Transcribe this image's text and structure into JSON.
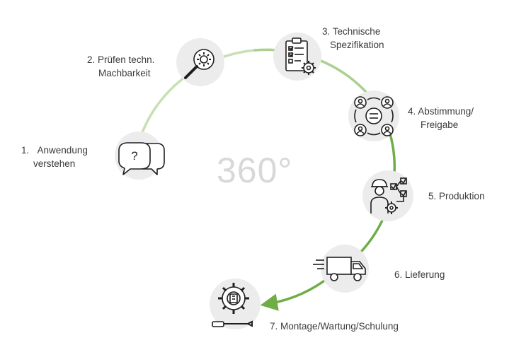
{
  "center_text": "360°",
  "colors": {
    "arc_light": "#c6e0b4",
    "arc_mid": "#a9d18e",
    "arc_dark": "#70ad47",
    "icon_circle": "#ececec",
    "icon_stroke": "#1f1f1f",
    "label_text": "#3a3a3a",
    "center_text": "#d8d8d8"
  },
  "steps": [
    {
      "number": "1.",
      "line1": "Anwendung",
      "line2": "verstehen",
      "icon": "speech-bubbles-question-icon"
    },
    {
      "number": "2.",
      "line1": "Prüfen techn.",
      "line2": "Machbarkeit",
      "icon": "magnifier-gear-icon"
    },
    {
      "number": "3.",
      "line1": "Technische",
      "line2": "Spezifikation",
      "icon": "clipboard-checklist-gear-icon"
    },
    {
      "number": "4.",
      "line1": "Abstimmung/",
      "line2": "Freigabe",
      "icon": "team-alignment-icon"
    },
    {
      "number": "5.",
      "line1": "Produktion",
      "line2": "",
      "icon": "worker-flowchart-icon"
    },
    {
      "number": "6.",
      "line1": "Lieferung",
      "line2": "",
      "icon": "delivery-truck-icon"
    },
    {
      "number": "7.",
      "line1": "Montage/Wartung/Schulung",
      "line2": "",
      "icon": "gear-wrench-icon"
    }
  ]
}
